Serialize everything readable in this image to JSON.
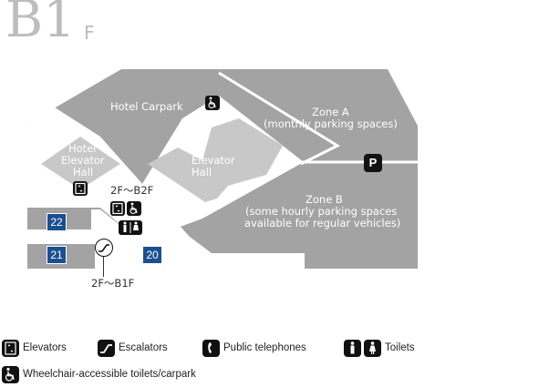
{
  "floor": {
    "title": "B1",
    "suffix": "F"
  },
  "areas": {
    "hotel_carpark": "Hotel Carpark",
    "zone_a": "Zone A",
    "zone_a_note": "(monthly parking spaces)",
    "hotel_elevator_hall": [
      "Hotel",
      "Elevator",
      "Hall"
    ],
    "elevator_hall": [
      "Elevator",
      "Hall"
    ],
    "zone_b": "Zone B",
    "zone_b_note": [
      "(some hourly parking spaces",
      "available for regular vehicles)"
    ]
  },
  "markers": {
    "parking": "P",
    "elevator_range_upper": "2F～B2F",
    "escalator_range_lower": "2F～B1F",
    "gates": [
      "22",
      "21",
      "20"
    ]
  },
  "legend": {
    "elevators": "Elevators",
    "escalators": "Escalators",
    "public_telephones": "Public telephones",
    "toilets": "Toilets",
    "wheelchair": "Wheelchair-accessible toilets/carpark"
  },
  "colors": {
    "map_fill": "#a3a3a3",
    "hall_fill": "#c8c8c8",
    "gate_blue": "#1b4f8f",
    "title_gray": "#bdbdbd"
  }
}
